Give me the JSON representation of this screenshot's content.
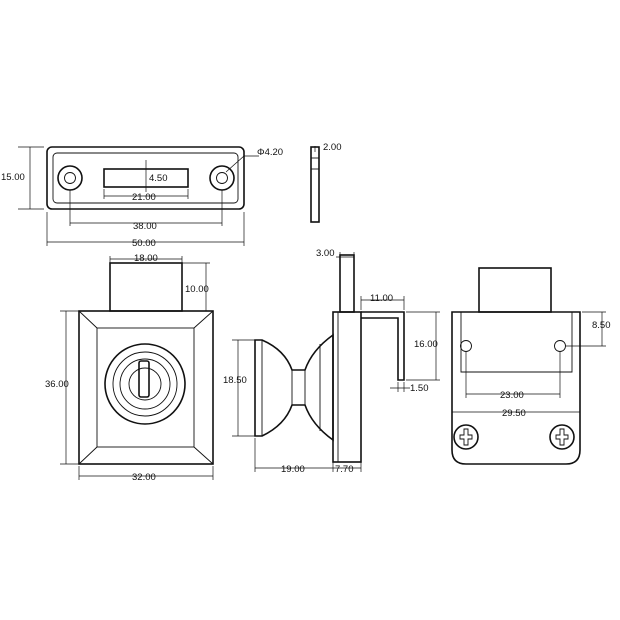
{
  "dimensions": {
    "strike_plate": {
      "height": "15.00",
      "hole_diameter": "Φ4.20",
      "slot_height": "4.50",
      "slot_width": "21.00",
      "hole_spacing": "38.00",
      "total_width": "50.00"
    },
    "plate_side": {
      "thickness": "2.00"
    },
    "front_view": {
      "bolt_width": "18.00",
      "bolt_projection": "10.00",
      "body_height": "36.00",
      "body_width": "32.00"
    },
    "side_view": {
      "bolt_thickness": "3.00",
      "bracket_length": "11.00",
      "bracket_height": "16.00",
      "bracket_thickness": "1.50",
      "knob_diameter": "18.50",
      "cylinder_length": "19.00",
      "flange_thickness": "7.70"
    },
    "back_view": {
      "hole_offset": "8.50",
      "hole_spacing": "23.00",
      "plate_width": "29.50"
    }
  }
}
